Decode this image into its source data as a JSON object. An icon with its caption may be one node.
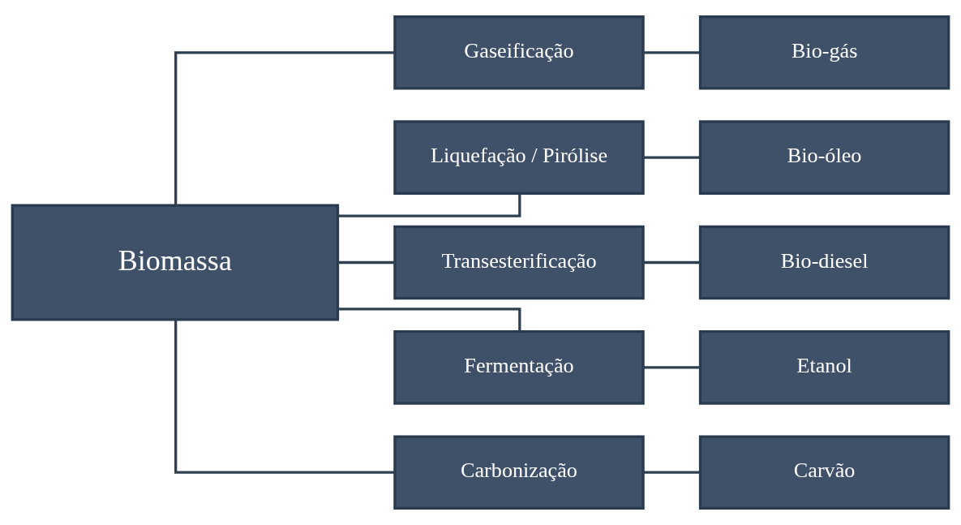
{
  "diagram": {
    "nodes": [
      {
        "text": [
          "Biomassa"
        ]
      },
      {
        "text": [
          "Gaseificação"
        ]
      },
      {
        "text": [
          "Bio-gás"
        ]
      },
      {
        "text": [
          "Liquefação / Pirólise"
        ]
      },
      {
        "text": [
          "Bio-óleo"
        ]
      },
      {
        "text": [
          "Transesterificação"
        ]
      },
      {
        "text": [
          "Bio-diesel"
        ]
      },
      {
        "text": [
          "Fermentação"
        ]
      },
      {
        "text": [
          "Etanol"
        ]
      },
      {
        "text": [
          "Carbonização"
        ]
      },
      {
        "text": [
          "Carvão"
        ]
      }
    ],
    "edges": [
      {
        "from": 0,
        "to": 1,
        "arrow": "none"
      },
      {
        "from": 0,
        "to": 3,
        "arrow": "none"
      },
      {
        "from": 0,
        "to": 5,
        "arrow": "none"
      },
      {
        "from": 0,
        "to": 7,
        "arrow": "none"
      },
      {
        "from": 0,
        "to": 9,
        "arrow": "none"
      },
      {
        "from": 1,
        "to": 2,
        "arrow": "none"
      },
      {
        "from": 3,
        "to": 4,
        "arrow": "none"
      },
      {
        "from": 5,
        "to": 6,
        "arrow": "none"
      },
      {
        "from": 7,
        "to": 8,
        "arrow": "none"
      },
      {
        "from": 9,
        "to": 10,
        "arrow": "none"
      }
    ]
  }
}
